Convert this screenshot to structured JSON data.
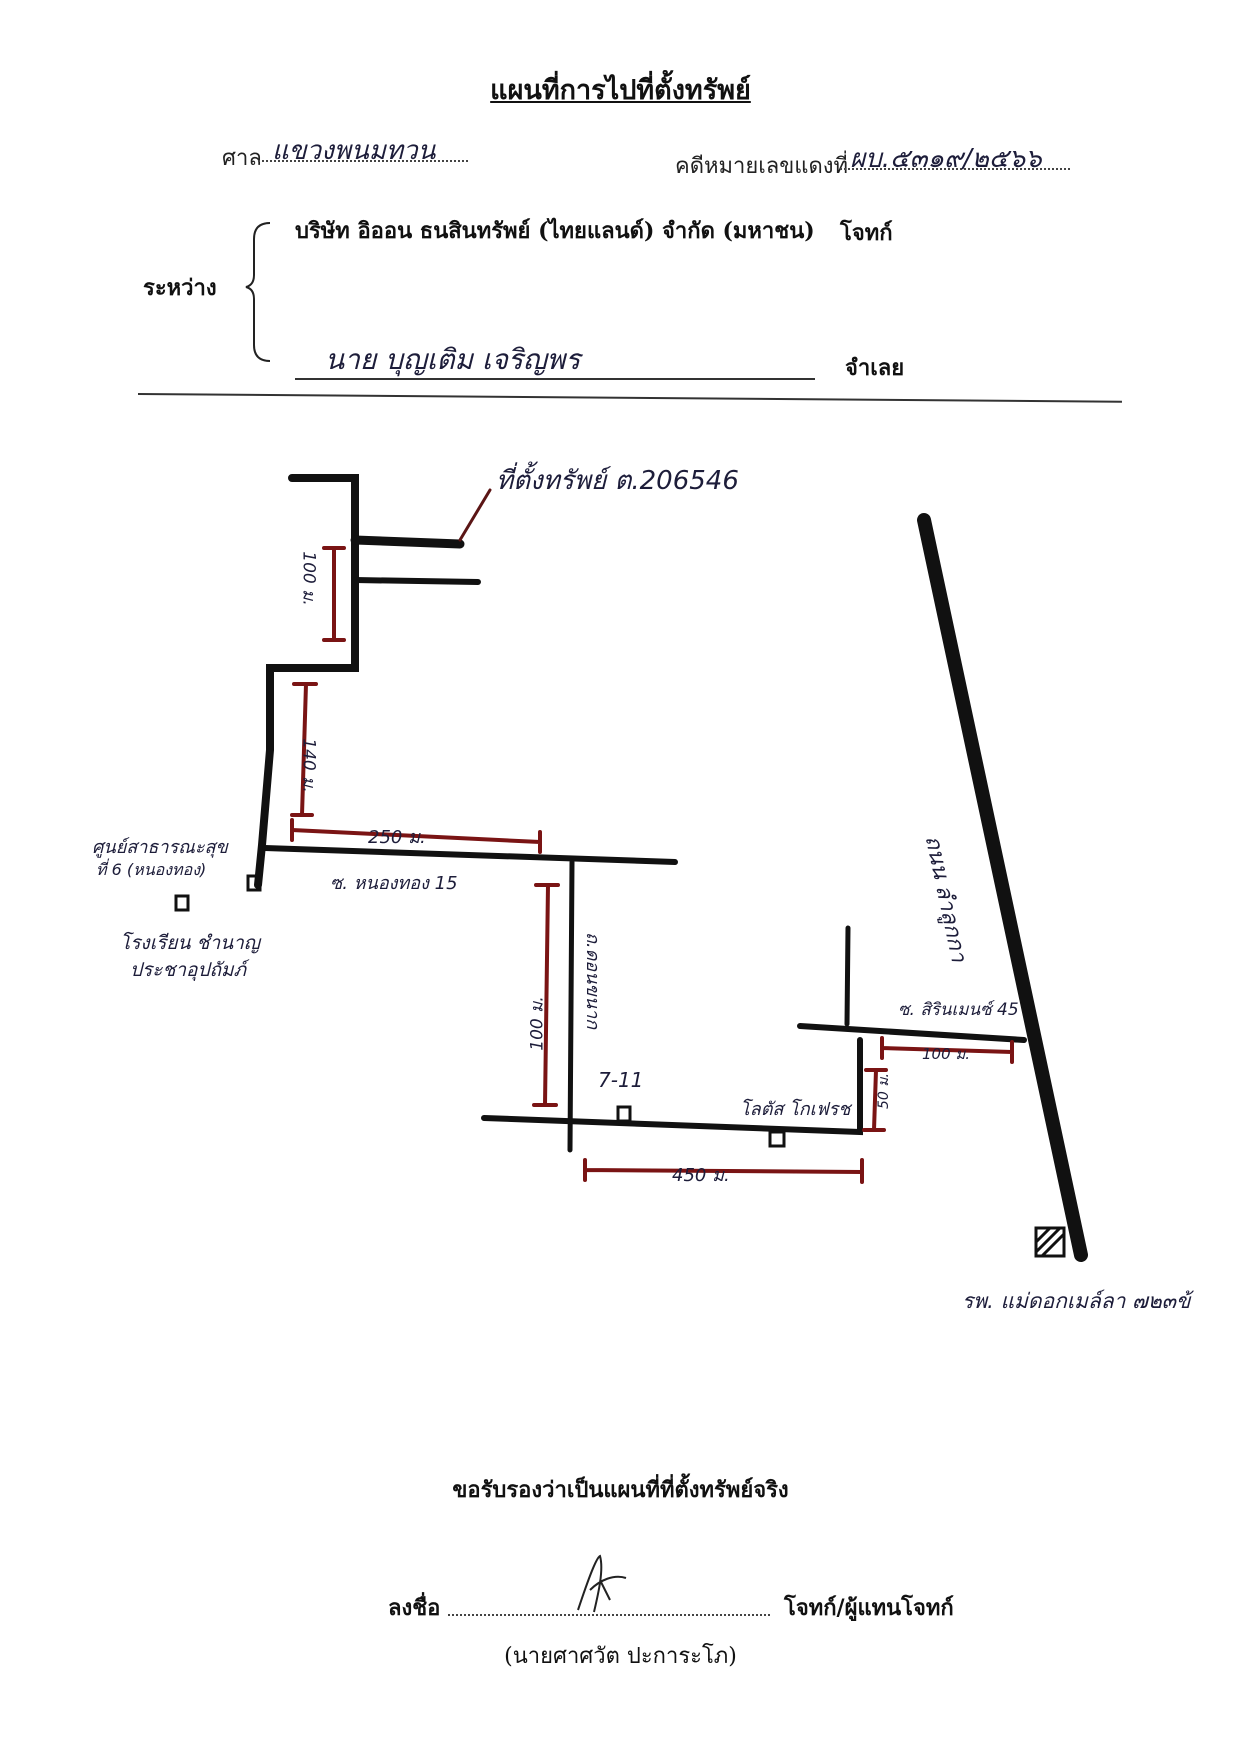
{
  "header": {
    "title": "แผนที่การไปที่ตั้งทรัพย์",
    "court_label": "ศาล",
    "court_value": "แขวงพนมทวน",
    "case_label": "คดีหมายเลขแดงที่",
    "case_value": "ผบ.๕๓๑๙/๒๕๖๖",
    "between_label": "ระหว่าง",
    "plaintiff_name": "บริษัท อิออน ธนสินทรัพย์ (ไทยแลนด์) จำกัด (มหาชน)",
    "plaintiff_role": "โจทก์",
    "defendant_name": "นาย บุญเติม เจริญพร",
    "defendant_role": "จำเลย"
  },
  "map": {
    "property_label": "ที่ตั้งทรัพย์ ต.206546",
    "dist_100m_left": "100 ม.",
    "dist_140m": "140 ม.",
    "dist_250m": "250 ม.",
    "soi_15": "ซ. หนองทอง 15",
    "public_health": "ศูนย์สาธารณะสุข",
    "public_health_2": "ที่ 6 (หนองทอง)",
    "school_1": "โรงเรียน ชำนาญ",
    "school_2": "ประชาอุปถัมภ์",
    "road_vertical": "ถ.ดอนขนาก",
    "dist_100m_mid": "100 ม.",
    "seven_eleven": "7-11",
    "lotus": "โลตัส โกเฟรช",
    "dist_450m": "450 ม.",
    "soi_45": "ซ. สิรินเมนซ์ 45",
    "dist_100m_right": "100 ม.",
    "dist_50m": "50 ม.",
    "main_road": "ถนน ลำลูกกา",
    "hospital": "รพ. แม่ดอกเมล์ลา ๗๒๓ข้"
  },
  "footer": {
    "certify": "ขอรับรองว่าเป็นแผนที่ที่ตั้งทรัพย์จริง",
    "sign_label": "ลงชื่อ",
    "sign_role": "โจทก์/ผู้แทนโจทก์",
    "signer_name": "(นายศาศวัต ปะการะโภ)"
  }
}
